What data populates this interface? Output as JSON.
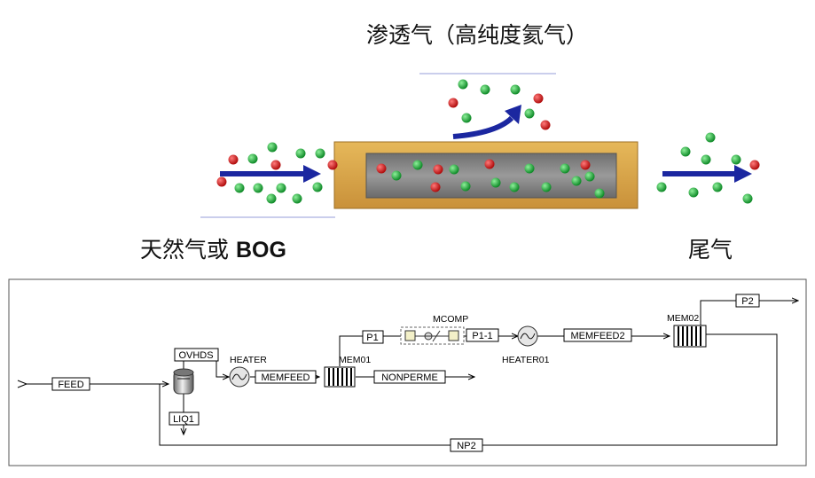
{
  "illustration": {
    "permeate_label": "渗透气（高纯度氦气）",
    "feed_label_cn": "天然气或",
    "feed_label_en": "BOG",
    "tail_label": "尾气",
    "colors": {
      "membrane_shell": "#d9a646",
      "membrane_core": "#7e7e7e",
      "arrow": "#1b27a0",
      "molecule_green": "#1ca536",
      "molecule_red": "#d41818"
    }
  },
  "flowsheet": {
    "streams": {
      "feed": "FEED",
      "ovhds": "OVHDS",
      "liq1": "LIQ1",
      "memfeed": "MEMFEED",
      "nonperme": "NONPERME",
      "p1": "P1",
      "p1_1": "P1-1",
      "memfeed2": "MEMFEED2",
      "p2": "P2",
      "np2": "NP2"
    },
    "blocks": {
      "heater": "HEATER",
      "mem01": "MEM01",
      "mcomp": "MCOMP",
      "heater01": "HEATER01",
      "mem02": "MEM02"
    }
  }
}
